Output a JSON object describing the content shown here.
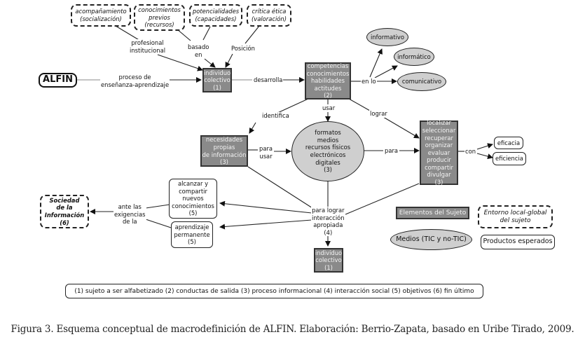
{
  "nodes": {
    "acompanamiento": "acompañamiento\n(socialización)",
    "conocimientos_previos": "conocimientos\nprevios\n(recursos)",
    "potencialidades": "potencialidades\n(capacidades)",
    "critica_etica": "crítica ética\n(valoración)",
    "alfin": "ALFIN",
    "individuo_top": "individuo\ncolectivo\n(1)",
    "competencias": "competencias\nconocimientos\nhabilidades\nactitudes\n(2)",
    "informativo": "informativo",
    "informatico": "informático",
    "comunicativo": "comunicativo",
    "necesidades": "necesidades\npropias\nde información\n(3)",
    "formatos": "formatos\nmedios\nrecursos físicos\nelectrónicos\ndigitales\n(3)",
    "localizar": "localizar\nseleccionar\nrecuperar\norganizar\nevaluar\nproducir\ncompartir\ndivulgar\n(3)",
    "eficacia": "eficacia",
    "eficiencia": "eficiencia",
    "alcanzar": "alcanzar y\ncompartir\nnuevos\nconocimientos\n(5)",
    "aprendizaje": "aprendizaje\npermanente\n(5)",
    "sociedad": "Sociedad\nde la\nInformación\n(6)",
    "individuo_bottom": "individuo\ncolectivo\n(1)"
  },
  "edge_labels": {
    "profesional": "profesional\ninstitucional",
    "basado_en": "basado\nen",
    "posicion": "Posición",
    "proceso": "proceso de\nenseñanza-aprendizaje",
    "desarrolla": "desarrolla",
    "en_lo": "en lo",
    "identifica": "identifica",
    "usar": "usar",
    "lograr": "lograr",
    "para_usar": "para\nusar",
    "para": "para",
    "con": "con",
    "para_lograr": "para lograr\ninteracción\napropiada\n(4)",
    "ante_las": "ante las\nexigencias\nde la"
  },
  "legend": {
    "elementos_sujeto": "Elementos del Sujeto",
    "entorno": "Entorno local-global\ndel sujeto",
    "medios": "Medios (TIC y no-TIC)",
    "productos": "Productos esperados"
  },
  "footnote": "(1) sujeto a ser alfabetizado (2) conductas de salida (3) proceso informacional (4) interacción social (5) objetivos (6) fin último",
  "caption": {
    "figure_label": "Figura 3.",
    "text": " Esquema conceptual de macrodefinición de ALFIN. Elaboración: Berrio-Zapata, basado en Uribe Tirado, 2009."
  },
  "colors": {
    "gray_box": "#8a8a8a",
    "ellipse_fill": "#cfcfcf",
    "line": "#222222"
  }
}
